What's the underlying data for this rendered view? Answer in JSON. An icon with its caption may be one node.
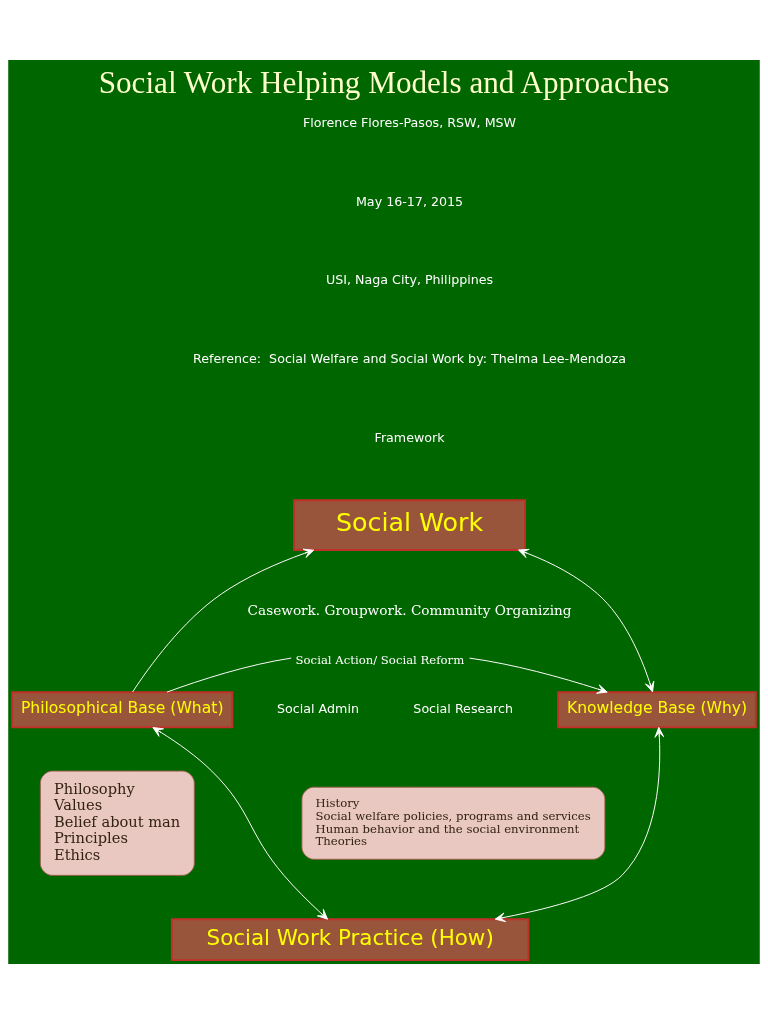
{
  "diagram": {
    "title": "Social Work Helping Models and Approaches",
    "nodes": [
      {
        "text": [
          "Social Work"
        ],
        "beside": [
          "Casework. Groupwork. Community Organizing"
        ]
      },
      {
        "text": [
          "Philosophical Base (What)"
        ]
      },
      {
        "text": [
          "Knowledge Base (Why)"
        ]
      },
      {
        "text": [
          "Philosophy",
          "Values",
          "Belief about man",
          "Principles",
          "Ethics"
        ]
      },
      {
        "text": [
          "History",
          "Social welfare policies, programs and services",
          "Human behavior and the social environment",
          "Theories"
        ]
      },
      {
        "text": [
          "Social Work Practice (How)"
        ]
      }
    ],
    "edges": [
      {
        "from": 1,
        "to": 0,
        "arrow": "to"
      },
      {
        "from": 2,
        "to": 0,
        "arrow": "both"
      },
      {
        "from": 1,
        "to": 2,
        "arrow": "to",
        "label": "Social Action/ Social Reform"
      },
      {
        "from": 5,
        "to": 1,
        "arrow": "both"
      },
      {
        "from": 5,
        "to": 2,
        "arrow": "both"
      }
    ],
    "labels": [
      "Florence Flores-Pasos, RSW, MSW",
      "May 16-17, 2015",
      "USI, Naga City, Philippines",
      "Reference:  Social Welfare and Social Work by: Thelma Lee-Mendoza",
      "Framework",
      "Social Admin",
      "Social Research"
    ]
  }
}
